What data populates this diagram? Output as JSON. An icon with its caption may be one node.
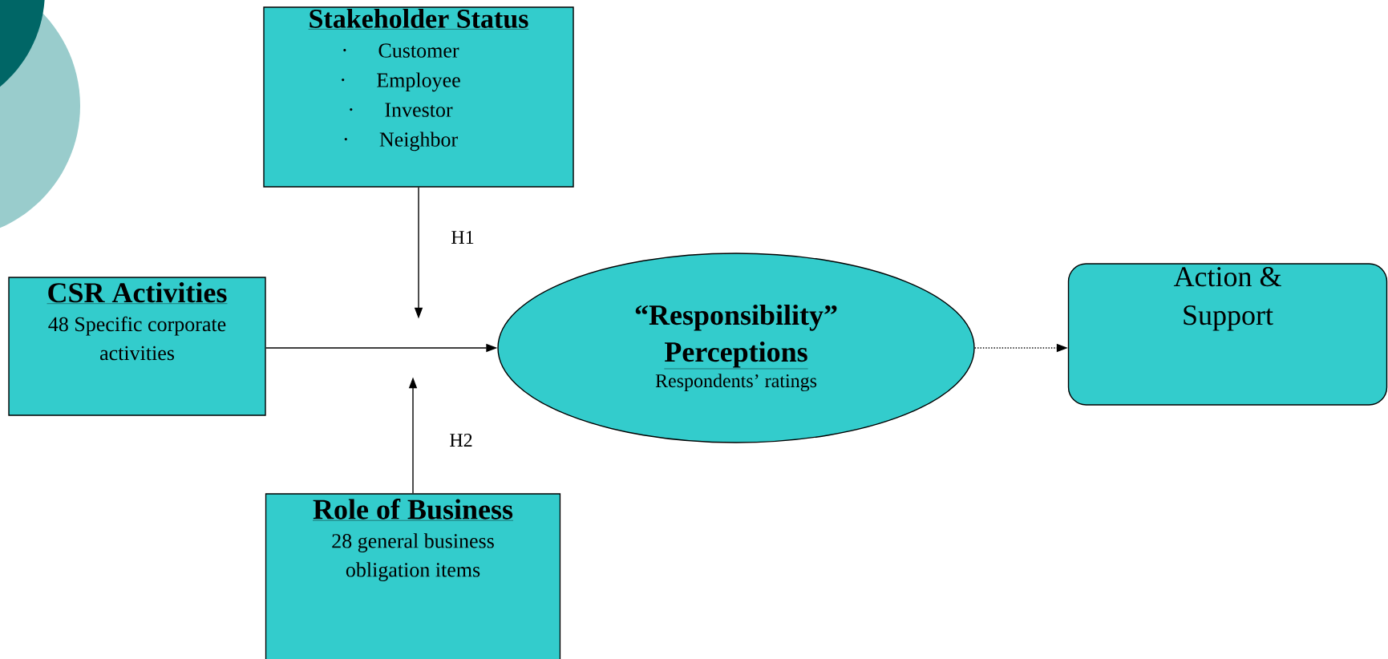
{
  "diagram": {
    "nodes": [
      {
        "text": [
          "Stakeholder Status",
          "Customer",
          "Employee",
          "Investor",
          "Neighbor"
        ]
      },
      {
        "text": [
          "CSR Activities",
          "48 Specific corporate activities"
        ]
      },
      {
        "text": [
          "“Responsibility”",
          "Perceptions",
          "Respondents’ ratings"
        ]
      },
      {
        "text": [
          "Role of Business",
          "28 general business obligation items"
        ]
      },
      {
        "text": [
          "Action & Support"
        ]
      }
    ],
    "edges": [
      {
        "from": 0,
        "to": null,
        "arrow": "to",
        "label": "H1"
      },
      {
        "from": 1,
        "to": 2,
        "arrow": "to"
      },
      {
        "from": 3,
        "to": null,
        "arrow": "to",
        "label": "H2"
      },
      {
        "from": 2,
        "to": 4,
        "arrow": "to",
        "style": "dashed"
      }
    ]
  }
}
